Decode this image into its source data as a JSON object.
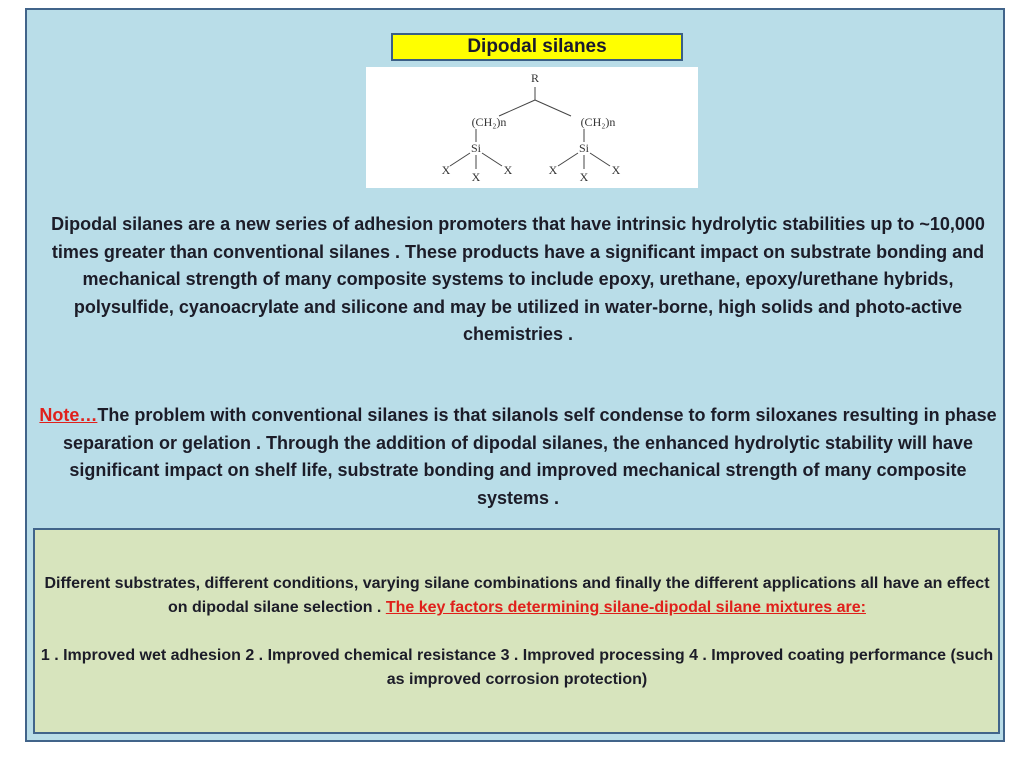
{
  "title": "Dipodal silanes",
  "structure": {
    "r": "R",
    "ch2_left": "(CH₂)n",
    "ch2_right": "(CH₂)n",
    "si_left": "Si",
    "si_right": "Si",
    "x": "X"
  },
  "main_paragraph": "Dipodal silanes are a new series of adhesion promoters that have intrinsic hydrolytic stabilities up to ~10,000 times greater than conventional silanes . These products have a significant impact on substrate bonding and mechanical strength of many composite systems to include epoxy, urethane, epoxy/urethane hybrids, polysulfide, cyanoacrylate and silicone and may be utilized in water-borne, high solids and photo-active chemistries .",
  "note": {
    "label": "Note…",
    "text": "The problem with conventional silanes is that silanols self condense to form siloxanes resulting in phase separation or gelation . Through the addition of dipodal silanes, the enhanced hydrolytic stability will have significant impact on shelf life, substrate bonding and improved mechanical strength of many composite systems ."
  },
  "box": {
    "intro": "Different substrates, different conditions, varying silane combinations and finally the different applications all have an effect on dipodal silane selection . ",
    "key_factors": "The key factors determining silane-dipodal silane mixtures are:",
    "list": "1 . Improved wet adhesion 2 . Improved chemical resistance 3 . Improved processing 4 . Improved coating performance  (such as improved corrosion protection)"
  },
  "colors": {
    "background": "#b9dde8",
    "title_highlight": "#ffff00",
    "accent_red": "#e0201b",
    "box_background": "#d7e4bd"
  }
}
